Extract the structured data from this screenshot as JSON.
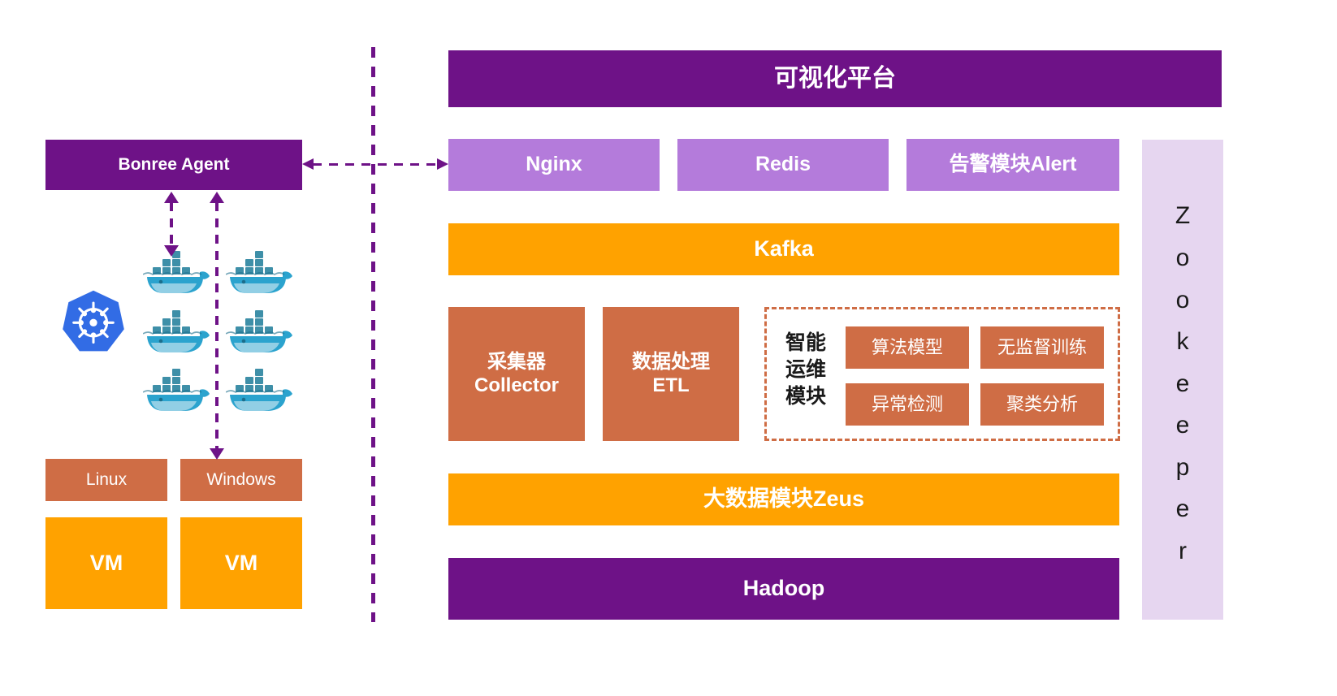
{
  "diagram": {
    "title_block": {
      "label": "可视化平台"
    },
    "left_zone": {
      "agent": {
        "label": "Bonree Agent"
      },
      "platform_icons": {
        "kubernetes": "kubernetes-logo",
        "docker": "docker-whale-icon",
        "docker_count": 6
      },
      "os_boxes": [
        {
          "label": "Linux"
        },
        {
          "label": "Windows"
        }
      ],
      "vm_boxes": [
        {
          "label": "VM"
        },
        {
          "label": "VM"
        }
      ]
    },
    "service_row": [
      {
        "label": "Nginx"
      },
      {
        "label": "Redis"
      },
      {
        "label": "告警模块Alert"
      }
    ],
    "kafka": {
      "label": "Kafka"
    },
    "pipeline": [
      {
        "line1": "采集器",
        "line2": "Collector"
      },
      {
        "line1": "数据处理",
        "line2": "ETL"
      }
    ],
    "aiops": {
      "label": "智能\n运维\n模块",
      "label_lines": [
        "智能",
        "运维",
        "模块"
      ],
      "items": [
        {
          "label": "算法模型"
        },
        {
          "label": "无监督训练"
        },
        {
          "label": "异常检测"
        },
        {
          "label": "聚类分析"
        }
      ]
    },
    "zeus": {
      "label": "大数据模块Zeus"
    },
    "hadoop": {
      "label": "Hadoop"
    },
    "zookeeper": {
      "label": "Zookeeper",
      "letters": [
        "Z",
        "o",
        "o",
        "k",
        "e",
        "e",
        "p",
        "e",
        "r"
      ]
    },
    "connectors": {
      "divider": "vertical-dashed-divider",
      "agent_to_services": "bidirectional-dashed-arrow",
      "agent_to_docker": "bidirectional-dashed-arrow",
      "agent_to_windows": "downward-dashed-arrow"
    },
    "colors": {
      "purple_dark": "#6E1287",
      "purple_light": "#B47BDB",
      "orange": "#FFA200",
      "terracotta": "#CF6D45",
      "lavender": "#E6D6F0",
      "k8s_blue": "#326CE5",
      "docker_blue": "#2496ED",
      "text_white": "#FFFFFF",
      "text_dark": "#1A1A1A"
    }
  }
}
